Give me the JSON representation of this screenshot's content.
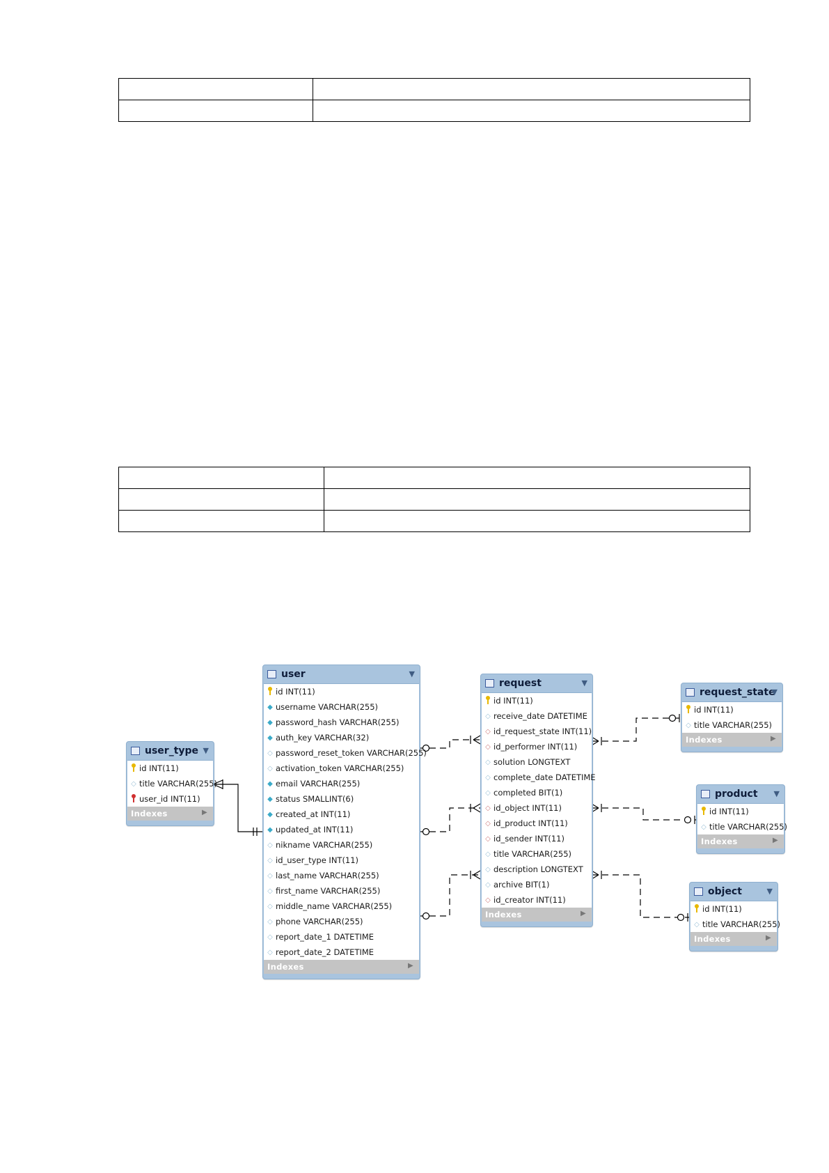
{
  "entities": {
    "user_type": {
      "name": "user_type",
      "columns": [
        {
          "text": "id INT(11)",
          "kind": "pk"
        },
        {
          "text": "title VARCHAR(255)",
          "kind": "nullable"
        },
        {
          "text": "user_id INT(11)",
          "kind": "fk"
        }
      ],
      "indexes_label": "Indexes"
    },
    "user": {
      "name": "user",
      "columns": [
        {
          "text": "id INT(11)",
          "kind": "pk"
        },
        {
          "text": "username VARCHAR(255)",
          "kind": "notnull"
        },
        {
          "text": "password_hash VARCHAR(255)",
          "kind": "notnull"
        },
        {
          "text": "auth_key VARCHAR(32)",
          "kind": "notnull"
        },
        {
          "text": "password_reset_token VARCHAR(255)",
          "kind": "nullable"
        },
        {
          "text": "activation_token VARCHAR(255)",
          "kind": "nullable"
        },
        {
          "text": "email VARCHAR(255)",
          "kind": "notnull"
        },
        {
          "text": "status SMALLINT(6)",
          "kind": "notnull"
        },
        {
          "text": "created_at INT(11)",
          "kind": "notnull"
        },
        {
          "text": "updated_at INT(11)",
          "kind": "notnull"
        },
        {
          "text": "nikname VARCHAR(255)",
          "kind": "nullable"
        },
        {
          "text": "id_user_type INT(11)",
          "kind": "nullable"
        },
        {
          "text": "last_name VARCHAR(255)",
          "kind": "nullable"
        },
        {
          "text": "first_name VARCHAR(255)",
          "kind": "nullable"
        },
        {
          "text": "middle_name VARCHAR(255)",
          "kind": "nullable"
        },
        {
          "text": "phone VARCHAR(255)",
          "kind": "nullable"
        },
        {
          "text": "report_date_1 DATETIME",
          "kind": "nullable"
        },
        {
          "text": "report_date_2 DATETIME",
          "kind": "nullable"
        }
      ],
      "indexes_label": "Indexes"
    },
    "request": {
      "name": "request",
      "columns": [
        {
          "text": "id INT(11)",
          "kind": "pk"
        },
        {
          "text": "receive_date DATETIME",
          "kind": "nullable"
        },
        {
          "text": "id_request_state INT(11)",
          "kind": "fkcol"
        },
        {
          "text": "id_performer INT(11)",
          "kind": "fkcol"
        },
        {
          "text": "solution LONGTEXT",
          "kind": "nullable"
        },
        {
          "text": "complete_date DATETIME",
          "kind": "nullable"
        },
        {
          "text": "completed BIT(1)",
          "kind": "nullable"
        },
        {
          "text": "id_object INT(11)",
          "kind": "fkcol"
        },
        {
          "text": "id_product INT(11)",
          "kind": "fkcol"
        },
        {
          "text": "id_sender INT(11)",
          "kind": "fkcol"
        },
        {
          "text": "title VARCHAR(255)",
          "kind": "nullable"
        },
        {
          "text": "description LONGTEXT",
          "kind": "nullable"
        },
        {
          "text": "archive BIT(1)",
          "kind": "nullable"
        },
        {
          "text": "id_creator INT(11)",
          "kind": "fkcol"
        }
      ],
      "indexes_label": "Indexes"
    },
    "request_state": {
      "name": "request_state",
      "columns": [
        {
          "text": "id INT(11)",
          "kind": "pk"
        },
        {
          "text": "title VARCHAR(255)",
          "kind": "nullable"
        }
      ],
      "indexes_label": "Indexes"
    },
    "product": {
      "name": "product",
      "columns": [
        {
          "text": "id INT(11)",
          "kind": "pk"
        },
        {
          "text": "title VARCHAR(255)",
          "kind": "nullable"
        }
      ],
      "indexes_label": "Indexes"
    },
    "object": {
      "name": "object",
      "columns": [
        {
          "text": "id INT(11)",
          "kind": "pk"
        },
        {
          "text": "title VARCHAR(255)",
          "kind": "nullable"
        }
      ],
      "indexes_label": "Indexes"
    }
  },
  "colors": {
    "entity_header": "#a9c4de",
    "indexes_bar": "#c4c4c4",
    "primary_key": "#e8b800",
    "foreign_key": "#d03030",
    "not_null": "#3aaac8",
    "relationship_line": "#000000"
  },
  "icons": {
    "table": "table-icon",
    "primary_key": "key-icon",
    "foreign_key": "red-key-icon",
    "column": "diamond-icon",
    "collapse": "triangle-down-icon",
    "expand": "triangle-right-icon"
  }
}
